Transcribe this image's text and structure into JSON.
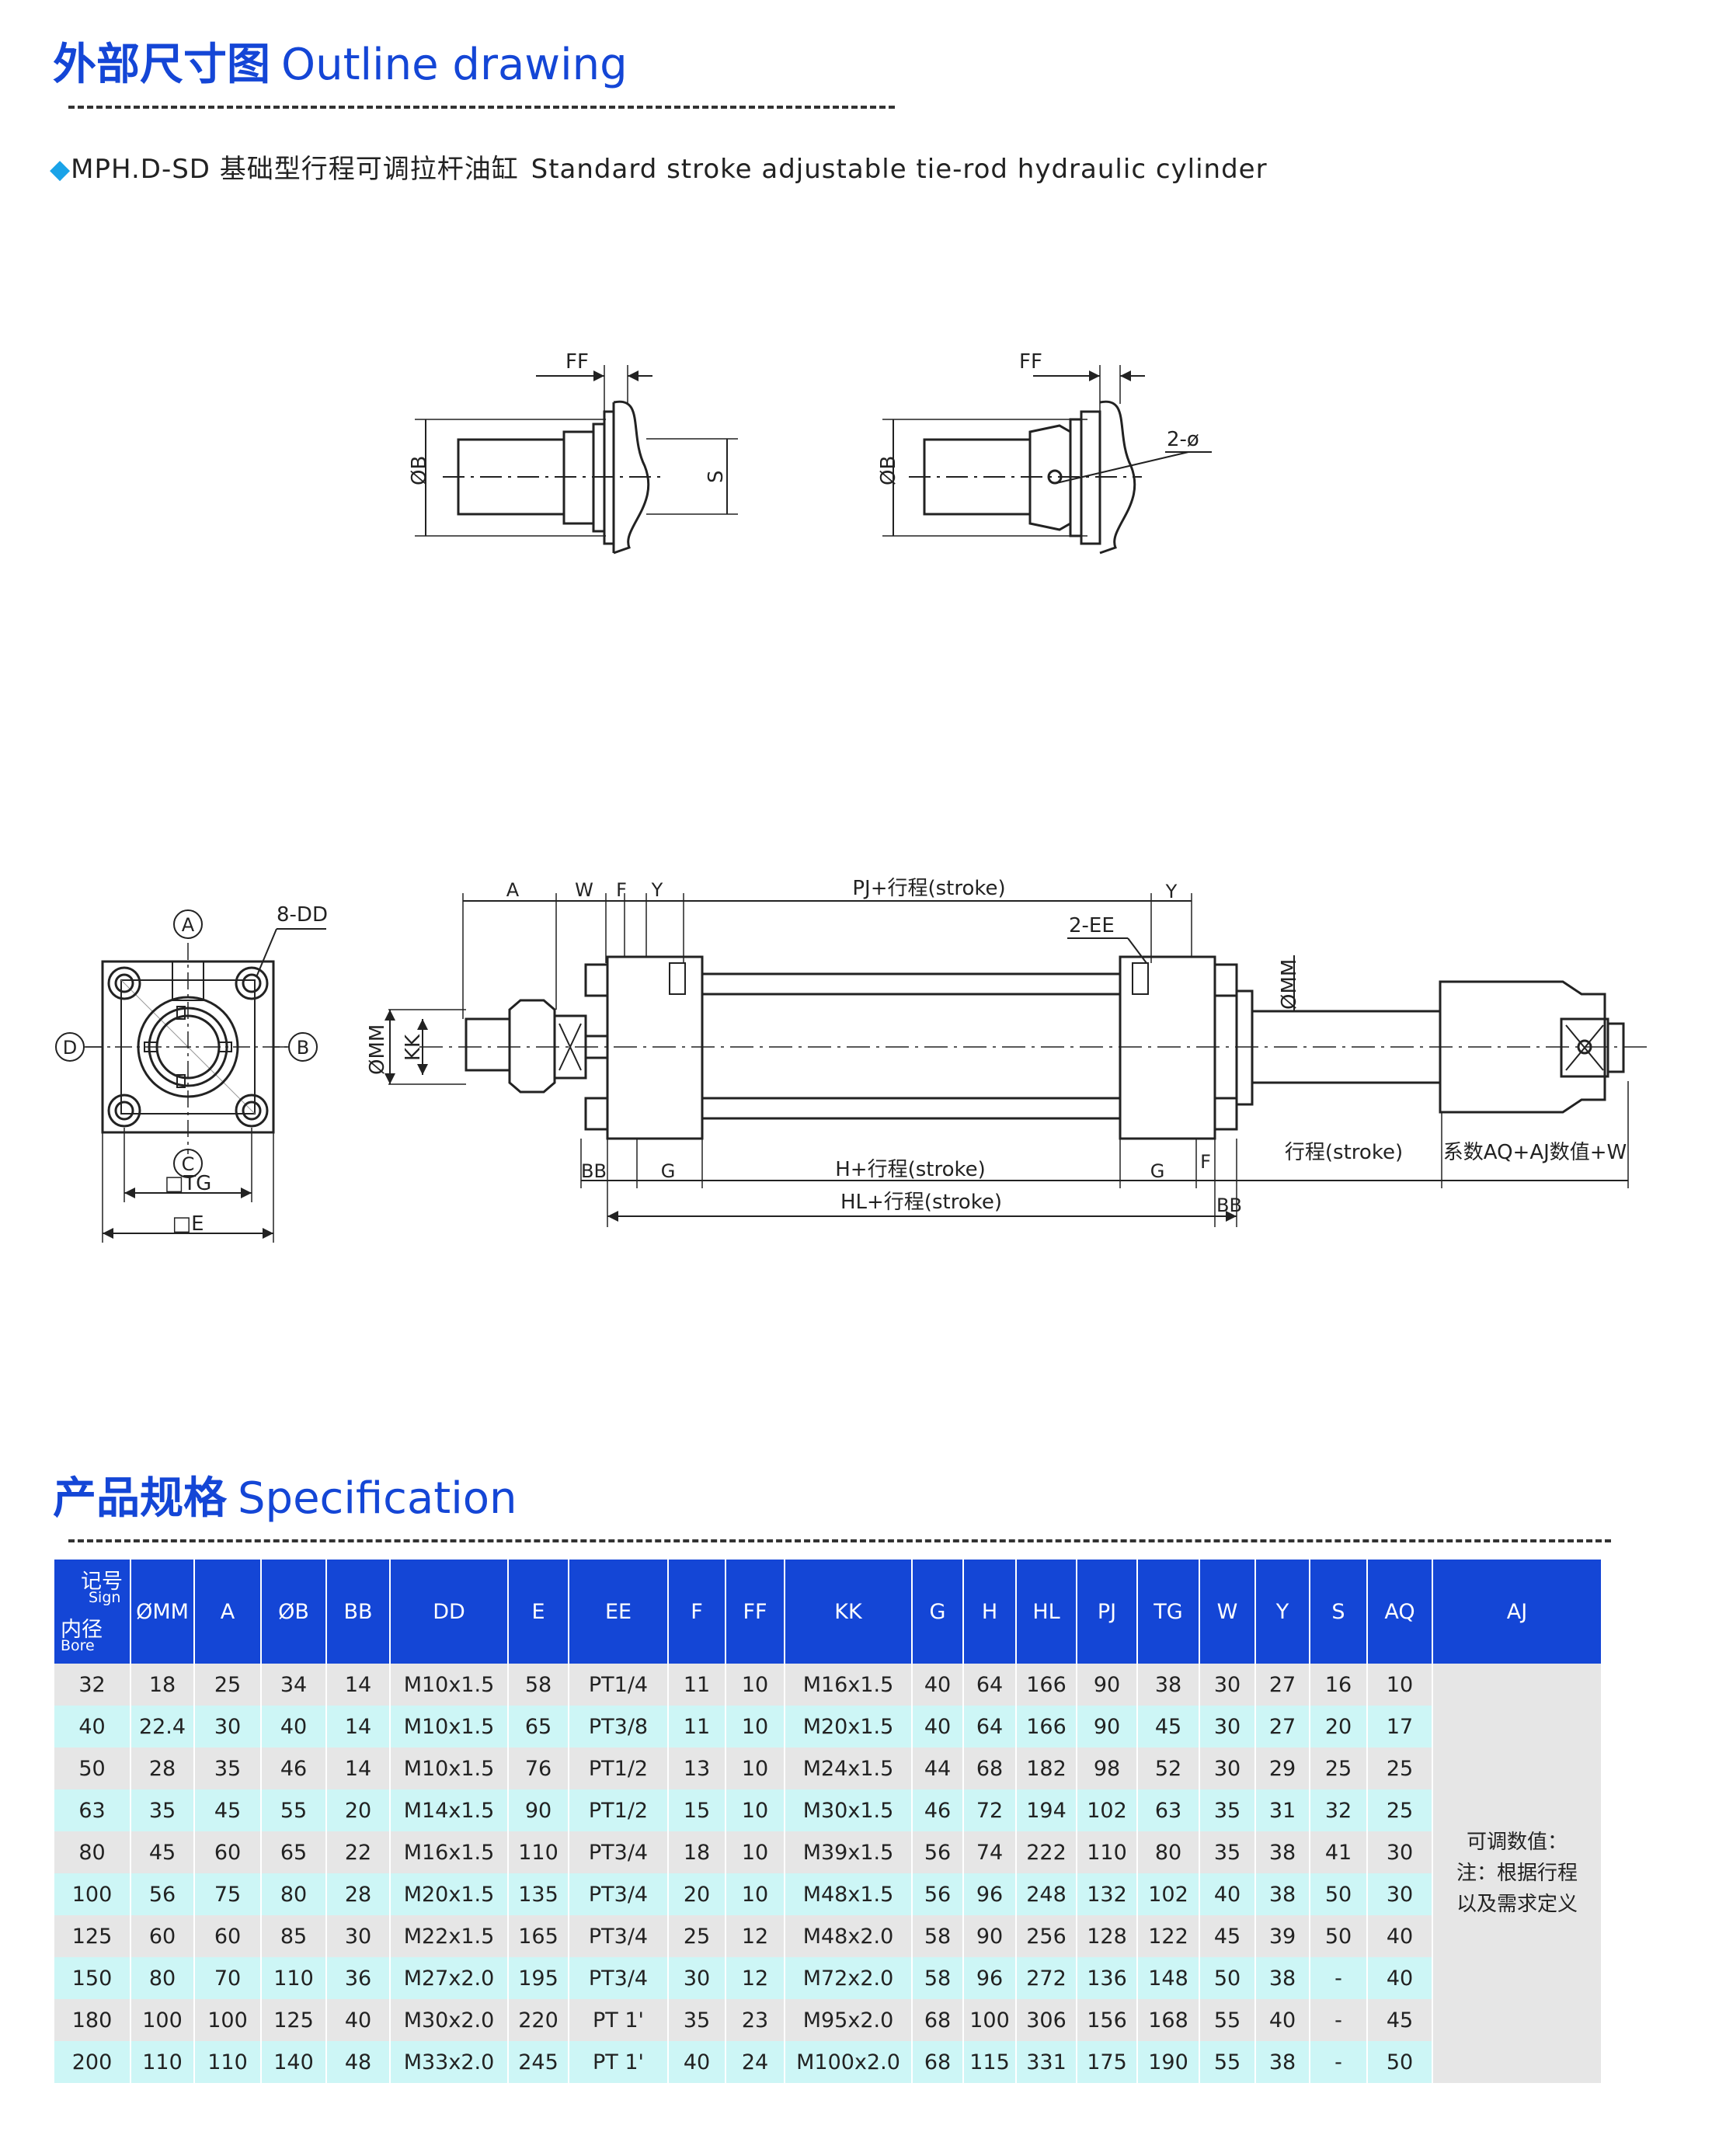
{
  "outline": {
    "title_cn": "外部尺寸图",
    "title_en": "Outline drawing",
    "product_cn": "MPH.D-SD 基础型行程可调拉杆油缸",
    "product_en": "Standard stroke adjustable tie-rod hydraulic cylinder"
  },
  "drawing": {
    "ff": "FF",
    "b": "ØB",
    "s": "S",
    "two_phi": "2-ø",
    "a": "A",
    "b_circle": "B",
    "c": "C",
    "d": "D",
    "eight_dd": "8-DD",
    "tg": "□TG",
    "e": "□E",
    "dim_a": "A",
    "dim_w": "W",
    "dim_f": "F",
    "dim_y": "Y",
    "pj": "PJ+行程(stroke)",
    "dim_y2": "Y",
    "two_ee": "2-EE",
    "mm_right": "ØMM",
    "mm_left": "ØMM",
    "kk": "KK",
    "bb": "BB",
    "g": "G",
    "h": "H+行程(stroke)",
    "g2": "G",
    "f2": "F",
    "stroke": "行程(stroke)",
    "coef": "系数AQ+AJ数值+W",
    "hl": "HL+行程(stroke)",
    "bb2": "BB"
  },
  "spec": {
    "title_cn": "产品规格",
    "title_en": "Specification",
    "sign_cn": "记号",
    "sign_en": "Sign",
    "bore_cn": "内径",
    "bore_en": "Bore",
    "headers": [
      "ØMM",
      "A",
      "ØB",
      "BB",
      "DD",
      "E",
      "EE",
      "F",
      "FF",
      "KK",
      "G",
      "H",
      "HL",
      "PJ",
      "TG",
      "W",
      "Y",
      "S",
      "AQ",
      "AJ"
    ],
    "rows": [
      [
        "32",
        "18",
        "25",
        "34",
        "14",
        "M10x1.5",
        "58",
        "PT1/4",
        "11",
        "10",
        "M16x1.5",
        "40",
        "64",
        "166",
        "90",
        "38",
        "30",
        "27",
        "16",
        "10"
      ],
      [
        "40",
        "22.4",
        "30",
        "40",
        "14",
        "M10x1.5",
        "65",
        "PT3/8",
        "11",
        "10",
        "M20x1.5",
        "40",
        "64",
        "166",
        "90",
        "45",
        "30",
        "27",
        "20",
        "17"
      ],
      [
        "50",
        "28",
        "35",
        "46",
        "14",
        "M10x1.5",
        "76",
        "PT1/2",
        "13",
        "10",
        "M24x1.5",
        "44",
        "68",
        "182",
        "98",
        "52",
        "30",
        "29",
        "25",
        "25"
      ],
      [
        "63",
        "35",
        "45",
        "55",
        "20",
        "M14x1.5",
        "90",
        "PT1/2",
        "15",
        "10",
        "M30x1.5",
        "46",
        "72",
        "194",
        "102",
        "63",
        "35",
        "31",
        "32",
        "25"
      ],
      [
        "80",
        "45",
        "60",
        "65",
        "22",
        "M16x1.5",
        "110",
        "PT3/4",
        "18",
        "10",
        "M39x1.5",
        "56",
        "74",
        "222",
        "110",
        "80",
        "35",
        "38",
        "41",
        "30"
      ],
      [
        "100",
        "56",
        "75",
        "80",
        "28",
        "M20x1.5",
        "135",
        "PT3/4",
        "20",
        "10",
        "M48x1.5",
        "56",
        "96",
        "248",
        "132",
        "102",
        "40",
        "38",
        "50",
        "30"
      ],
      [
        "125",
        "60",
        "60",
        "85",
        "30",
        "M22x1.5",
        "165",
        "PT3/4",
        "25",
        "12",
        "M48x2.0",
        "58",
        "90",
        "256",
        "128",
        "122",
        "45",
        "39",
        "50",
        "40"
      ],
      [
        "150",
        "80",
        "70",
        "110",
        "36",
        "M27x2.0",
        "195",
        "PT3/4",
        "30",
        "12",
        "M72x2.0",
        "58",
        "96",
        "272",
        "136",
        "148",
        "50",
        "38",
        "-",
        "40"
      ],
      [
        "180",
        "100",
        "100",
        "125",
        "40",
        "M30x2.0",
        "220",
        "PT 1'",
        "35",
        "23",
        "M95x2.0",
        "68",
        "100",
        "306",
        "156",
        "168",
        "55",
        "40",
        "-",
        "45"
      ],
      [
        "200",
        "110",
        "110",
        "140",
        "48",
        "M33x2.0",
        "245",
        "PT 1'",
        "40",
        "24",
        "M100x2.0",
        "68",
        "115",
        "331",
        "175",
        "190",
        "55",
        "38",
        "-",
        "50"
      ]
    ],
    "aj_note": [
      "可调数值：",
      "注：根据行程",
      "以及需求定义"
    ]
  }
}
